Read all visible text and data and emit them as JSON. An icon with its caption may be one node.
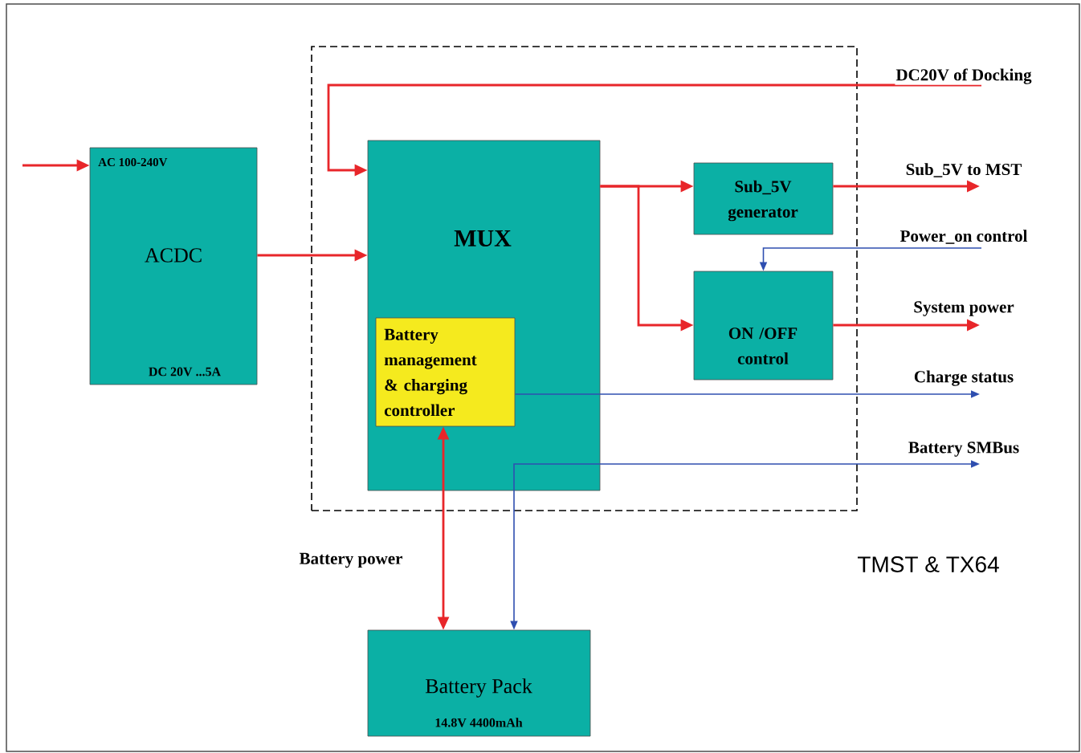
{
  "diagram": {
    "nodes": [
      {
        "text": [
          "AC 100-240V",
          "ACDC",
          "DC 20V ...5A"
        ]
      },
      {
        "text": [],
        "shape": "box"
      },
      {
        "text": [
          "MUX"
        ],
        "in": 1
      },
      {
        "text": [
          "Battery management & charging controller"
        ],
        "in": 2
      },
      {
        "text": [
          "Sub_5V generator"
        ],
        "in": 1
      },
      {
        "text": [
          "ON /OFF control"
        ],
        "in": 1
      },
      {
        "text": [
          "Battery Pack",
          "14.8V 4400mAh"
        ]
      }
    ],
    "edges": [
      {
        "from": null,
        "to": 0,
        "arrow": "to"
      },
      {
        "from": null,
        "to": 2,
        "arrow": "to",
        "label": "DC20V of Docking"
      },
      {
        "from": 0,
        "to": 2,
        "arrow": "to"
      },
      {
        "from": 2,
        "to": 4,
        "arrow": "to"
      },
      {
        "from": 2,
        "to": 5,
        "arrow": "to"
      },
      {
        "from": 4,
        "to": null,
        "arrow": "to",
        "label": "Sub_5V to MST"
      },
      {
        "from": null,
        "to": 5,
        "arrow": "to",
        "label": "Power_on control",
        "color": "#2f4fb0"
      },
      {
        "from": 5,
        "to": null,
        "arrow": "to",
        "label": "System power"
      },
      {
        "from": 3,
        "to": null,
        "arrow": "to",
        "label": "Charge status",
        "color": "#2f4fb0"
      },
      {
        "from": 3,
        "to": 6,
        "arrow": "both",
        "label": "Battery power"
      },
      {
        "from": 6,
        "to": null,
        "arrow": "both",
        "label": "Battery SMBus",
        "color": "#2f4fb0"
      }
    ],
    "labels": [
      "TMST & TX64"
    ]
  }
}
